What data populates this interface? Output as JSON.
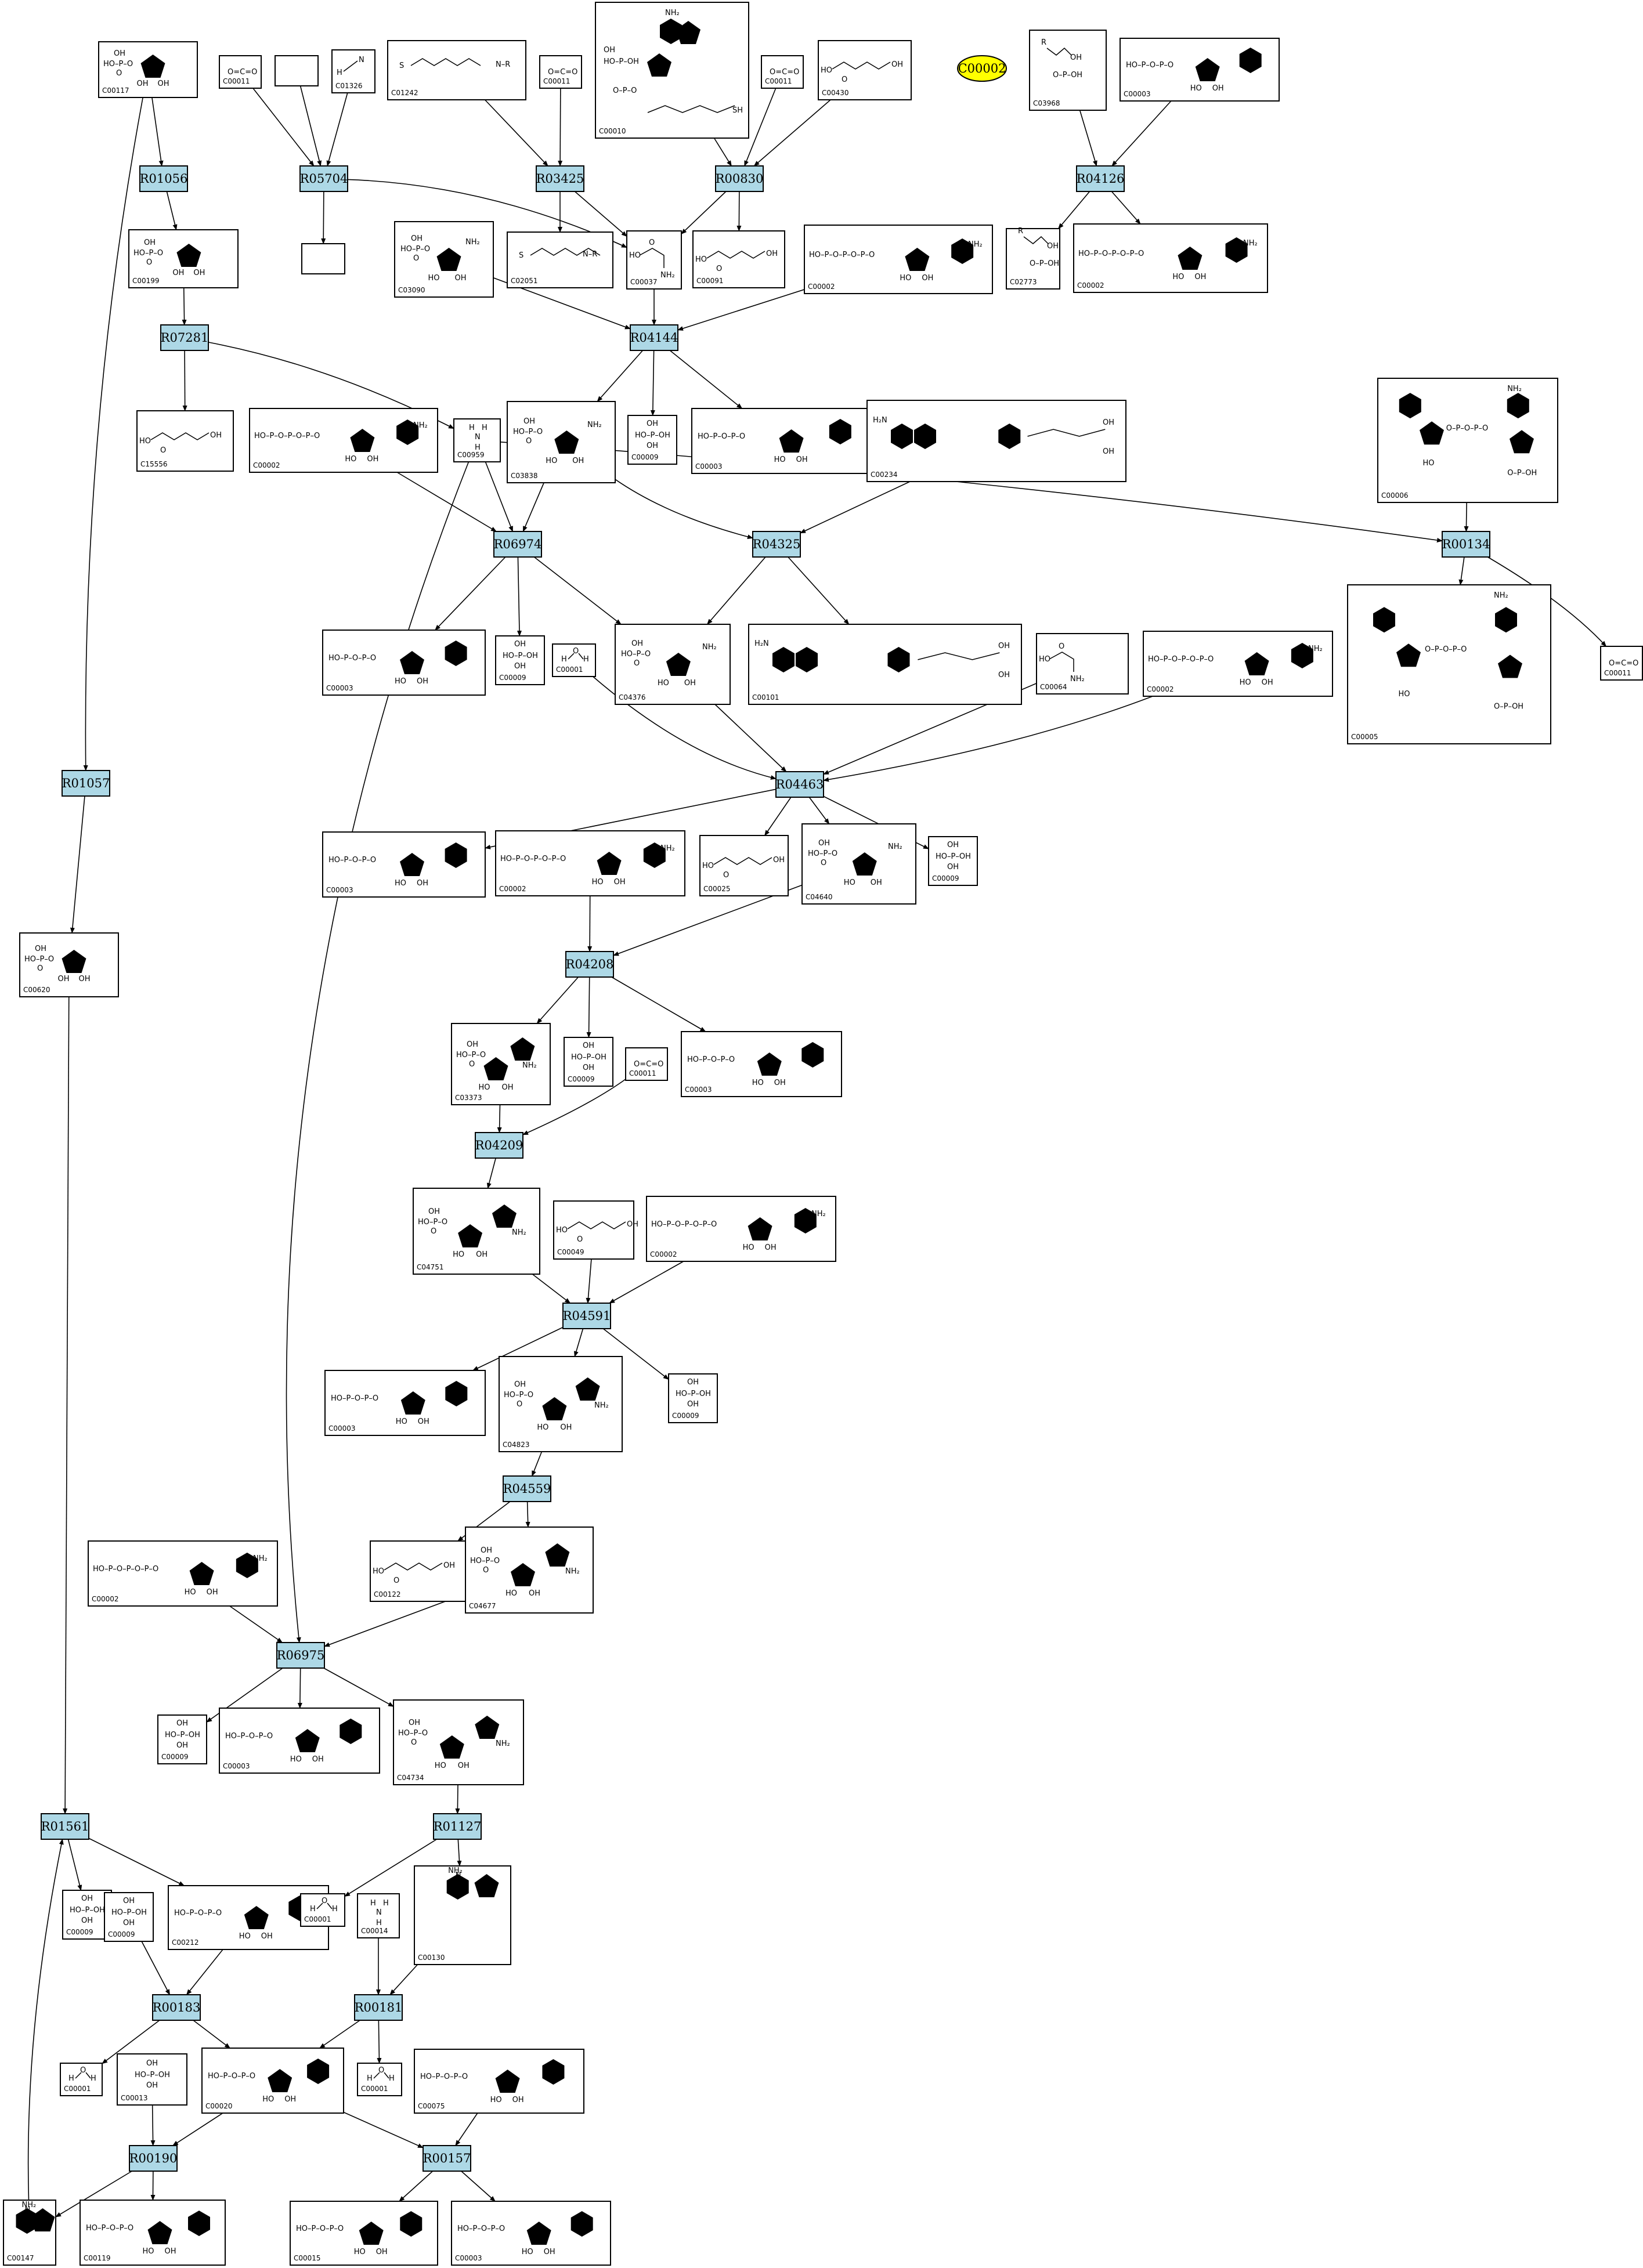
{
  "highlight": "C00002",
  "reactions": [
    {
      "id": "R01056"
    },
    {
      "id": "R05704"
    },
    {
      "id": "R03425"
    },
    {
      "id": "R00830"
    },
    {
      "id": "R04126"
    },
    {
      "id": "R07281"
    },
    {
      "id": "R04144"
    },
    {
      "id": "R06974"
    },
    {
      "id": "R04325"
    },
    {
      "id": "R00134"
    },
    {
      "id": "R04463"
    },
    {
      "id": "R01057"
    },
    {
      "id": "R04208"
    },
    {
      "id": "R04209"
    },
    {
      "id": "R04591"
    },
    {
      "id": "R04559"
    },
    {
      "id": "R06975"
    },
    {
      "id": "R01127"
    },
    {
      "id": "R01561"
    },
    {
      "id": "R00183"
    },
    {
      "id": "R00181"
    },
    {
      "id": "R00190"
    },
    {
      "id": "R00157"
    }
  ],
  "compounds": [
    {
      "key": "a1",
      "id": "C00117"
    },
    {
      "key": "a2",
      "id": "C00011"
    },
    {
      "key": "a3",
      "id": ""
    },
    {
      "key": "a4",
      "id": "C01326"
    },
    {
      "key": "a5",
      "id": "C01242"
    },
    {
      "key": "a6",
      "id": "C00011"
    },
    {
      "key": "a7",
      "id": "C00010"
    },
    {
      "key": "a8",
      "id": "C00011"
    },
    {
      "key": "a9",
      "id": "C00430"
    },
    {
      "key": "a10",
      "id": "C03968"
    },
    {
      "key": "a11",
      "id": "C00003"
    },
    {
      "key": "b1",
      "id": "C00199"
    },
    {
      "key": "b2",
      "id": ""
    },
    {
      "key": "b3",
      "id": "C03090"
    },
    {
      "key": "b4",
      "id": "C02051"
    },
    {
      "key": "b5",
      "id": "C00037"
    },
    {
      "key": "b6",
      "id": "C00091"
    },
    {
      "key": "b7",
      "id": "C00002"
    },
    {
      "key": "b8",
      "id": "C02773"
    },
    {
      "key": "b9",
      "id": "C00002"
    },
    {
      "key": "c1",
      "id": "C15556"
    },
    {
      "key": "c2",
      "id": "C00002"
    },
    {
      "key": "c3",
      "id": "C00959"
    },
    {
      "key": "c4",
      "id": "C03838"
    },
    {
      "key": "c5",
      "id": "C00009"
    },
    {
      "key": "c6",
      "id": "C00003"
    },
    {
      "key": "c7",
      "id": "C00234"
    },
    {
      "key": "c8",
      "id": "C00006"
    },
    {
      "key": "d1",
      "id": "C00003"
    },
    {
      "key": "d2",
      "id": "C00009"
    },
    {
      "key": "d3",
      "id": "C00001"
    },
    {
      "key": "d4",
      "id": "C04376"
    },
    {
      "key": "d5",
      "id": "C00101"
    },
    {
      "key": "d6",
      "id": "C00064"
    },
    {
      "key": "d7",
      "id": "C00002"
    },
    {
      "key": "d8",
      "id": "C00005"
    },
    {
      "key": "d9",
      "id": "C00011"
    },
    {
      "key": "e1",
      "id": "C00003"
    },
    {
      "key": "e2",
      "id": "C00002"
    },
    {
      "key": "e3",
      "id": "C00025"
    },
    {
      "key": "e4",
      "id": "C04640"
    },
    {
      "key": "e5",
      "id": "C00009"
    },
    {
      "key": "e6",
      "id": "C00620"
    },
    {
      "key": "f1",
      "id": "C03373"
    },
    {
      "key": "f2",
      "id": "C00009"
    },
    {
      "key": "f3",
      "id": "C00011"
    },
    {
      "key": "f4",
      "id": "C00003"
    },
    {
      "key": "g1",
      "id": "C04751"
    },
    {
      "key": "g2",
      "id": "C00049"
    },
    {
      "key": "g3",
      "id": "C00002"
    },
    {
      "key": "h1",
      "id": "C00003"
    },
    {
      "key": "h2",
      "id": "C04823"
    },
    {
      "key": "h3",
      "id": "C00009"
    },
    {
      "key": "i1",
      "id": "C00002"
    },
    {
      "key": "i2",
      "id": "C00122"
    },
    {
      "key": "i3",
      "id": "C04677"
    },
    {
      "key": "j1",
      "id": "C00009"
    },
    {
      "key": "j2",
      "id": "C00003"
    },
    {
      "key": "j3",
      "id": "C04734"
    },
    {
      "key": "k1",
      "id": "C00009"
    },
    {
      "key": "k2",
      "id": "C00009"
    },
    {
      "key": "k3",
      "id": "C00212"
    },
    {
      "key": "k4",
      "id": "C00001"
    },
    {
      "key": "k5",
      "id": "C00014"
    },
    {
      "key": "k6",
      "id": "C00130"
    },
    {
      "key": "l1",
      "id": "C00001"
    },
    {
      "key": "l2",
      "id": "C00013"
    },
    {
      "key": "l3",
      "id": "C00020"
    },
    {
      "key": "l4",
      "id": "C00001"
    },
    {
      "key": "l5",
      "id": "C00075"
    },
    {
      "key": "m1",
      "id": "C00147"
    },
    {
      "key": "m2",
      "id": "C00119"
    },
    {
      "key": "m3",
      "id": "C00015"
    },
    {
      "key": "m4",
      "id": "C00003"
    }
  ]
}
